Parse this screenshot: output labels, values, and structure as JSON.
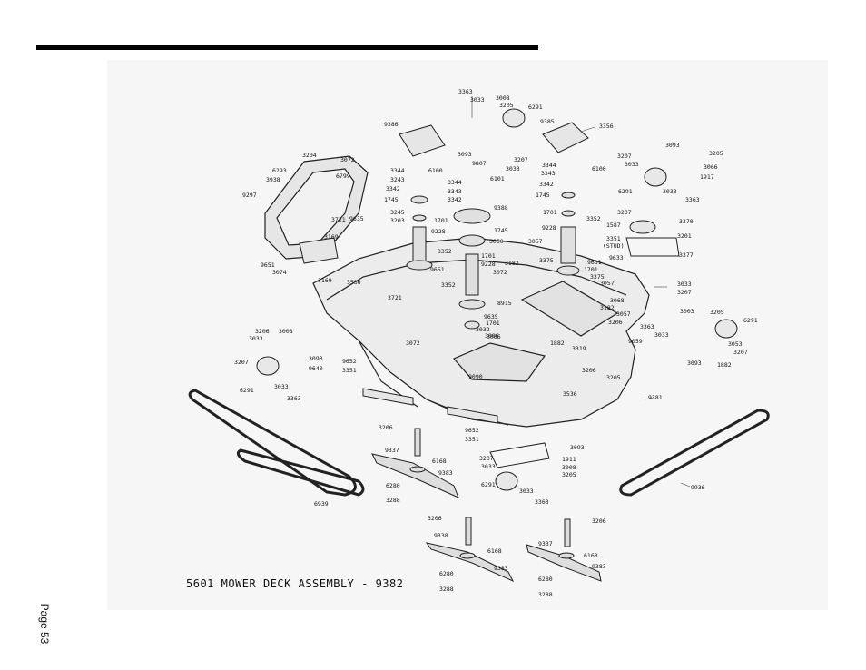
{
  "title": "5601 MOWER DECK ASSEMBLY - 9382",
  "page_label": "Page 53",
  "part_labels": [
    "3363",
    "3033",
    "3008",
    "3205",
    "6291",
    "9386",
    "3093",
    "9807",
    "3207",
    "3033",
    "9385",
    "3356",
    "3204",
    "3072",
    "6293",
    "3938",
    "6799",
    "9297",
    "3344",
    "6100",
    "3243",
    "3342",
    "1745",
    "3344",
    "6101",
    "3343",
    "3342",
    "3245",
    "3203",
    "1701",
    "9388",
    "9635",
    "3721",
    "9228",
    "1745",
    "3060",
    "3169",
    "9651",
    "3074",
    "3169",
    "3352",
    "3536",
    "3721",
    "9651",
    "3352",
    "1701",
    "9228",
    "1701",
    "9635",
    "3006",
    "3072",
    "3057",
    "3182",
    "3375",
    "3072",
    "8915",
    "3344",
    "6100",
    "3343",
    "3342",
    "1745",
    "1701",
    "3352",
    "9228",
    "3351",
    "(STUD)",
    "9631",
    "1701",
    "3375",
    "3057",
    "3068",
    "3182",
    "3206",
    "3057",
    "3207",
    "1587",
    "3370",
    "3201",
    "9633",
    "3377",
    "3093",
    "3205",
    "3207",
    "3033",
    "3066",
    "1917",
    "6291",
    "3033",
    "3363",
    "3033",
    "3207",
    "3008",
    "3206",
    "3033",
    "3207",
    "3093",
    "9640",
    "6291",
    "3033",
    "3363",
    "9652",
    "3351",
    "3032",
    "3066",
    "1882",
    "3319",
    "3206",
    "3205",
    "9090",
    "3536",
    "9381",
    "9059",
    "3003",
    "3205",
    "6291",
    "3363",
    "3033",
    "3053",
    "3207",
    "3093",
    "1882",
    "3206",
    "9652",
    "3351",
    "9337",
    "6168",
    "9383",
    "6280",
    "3288",
    "6939",
    "3207",
    "3093",
    "3033",
    "1911",
    "3008",
    "3205",
    "6291",
    "3033",
    "3363",
    "9936",
    "3206",
    "9338",
    "6168",
    "9383",
    "6280",
    "3288",
    "3206",
    "9337",
    "6168",
    "9383",
    "6280",
    "3288"
  ]
}
